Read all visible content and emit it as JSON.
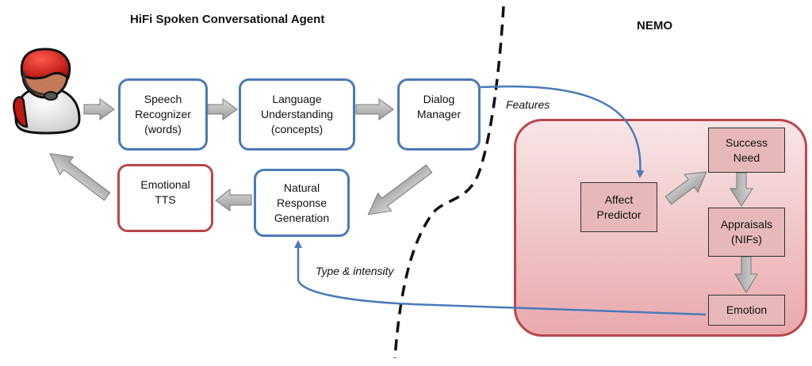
{
  "titles": {
    "left": "HiFi Spoken Conversational Agent",
    "right": "NEMO"
  },
  "nodes": {
    "speech_recognizer": "Speech\nRecognizer\n(words)",
    "language_understanding": "Language\nUnderstanding\n(concepts)",
    "dialog_manager": "Dialog\nManager",
    "natural_response_generation": "Natural\nResponse\nGeneration",
    "emotional_tts": "Emotional\nTTS",
    "affect_predictor": "Affect\nPredictor",
    "success_need": "Success\nNeed",
    "appraisals": "Appraisals\n(NIFs)",
    "emotion": "Emotion"
  },
  "edge_labels": {
    "features": "Features",
    "type_intensity": "Type & intensity"
  },
  "colors": {
    "blue_border": "#4a7ab8",
    "red_border": "#b8474c",
    "pink_fill": "#e6b8ba",
    "arrow_gray": "#b3b3b3"
  },
  "icons": {
    "user": "user-with-headset-icon"
  }
}
